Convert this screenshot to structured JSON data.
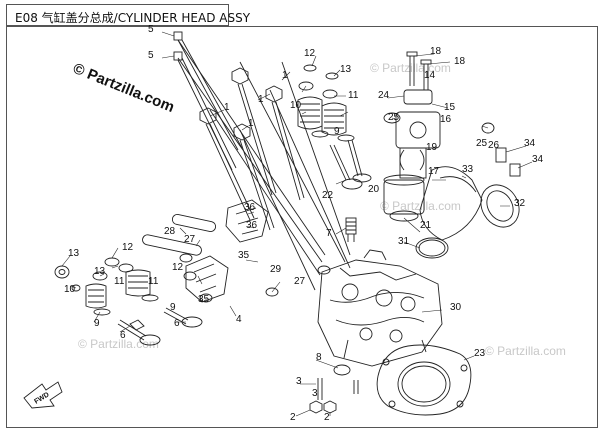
{
  "title": "E08 气缸盖分总成/CYLINDER HEAD ASSY",
  "watermarks": [
    {
      "text": "© Partzilla.com",
      "style": "bold"
    },
    {
      "text": "© Partzilla.com",
      "style": "light"
    },
    {
      "text": "© Partzilla.com",
      "style": "light"
    },
    {
      "text": "© Partzilla.com",
      "style": "light"
    },
    {
      "text": "© Partzilla.com",
      "style": "light"
    }
  ],
  "fwd_label": "FWD",
  "callouts": [
    "1",
    "1",
    "1",
    "1",
    "2",
    "2",
    "3",
    "3",
    "4",
    "5",
    "5",
    "6",
    "6",
    "7",
    "8",
    "9",
    "9",
    "9",
    "10",
    "10",
    "11",
    "11",
    "11",
    "12",
    "12",
    "12",
    "13",
    "13",
    "13",
    "14",
    "15",
    "16",
    "17",
    "18",
    "18",
    "19",
    "20",
    "21",
    "22",
    "23",
    "24",
    "25",
    "25",
    "26",
    "27",
    "27",
    "28",
    "29",
    "30",
    "31",
    "32",
    "33",
    "34",
    "34",
    "35",
    "35",
    "36",
    "36"
  ],
  "colors": {
    "line": "#222222",
    "watermark": "#c8c8c8",
    "frame": "#555555"
  }
}
